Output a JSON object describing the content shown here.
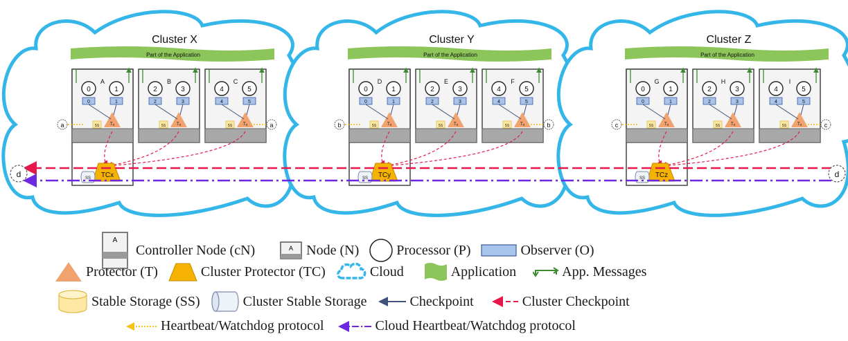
{
  "clusters": [
    {
      "title": "Cluster X",
      "app_label": "Part of the Application",
      "nodes": [
        {
          "label": "A",
          "processors": [
            "0",
            "1"
          ],
          "observers": [
            "0",
            "1"
          ],
          "protector": "Tₐ"
        },
        {
          "label": "B",
          "processors": [
            "2",
            "3"
          ],
          "observers": [
            "2",
            "3"
          ],
          "protector": "Tₐ"
        },
        {
          "label": "C",
          "processors": [
            "4",
            "5"
          ],
          "observers": [
            "4",
            "5"
          ],
          "protector": "Tₐ"
        }
      ],
      "edge_label": "a",
      "cluster_protector": "TCx",
      "storage": "SS"
    },
    {
      "title": "Cluster Y",
      "app_label": "Part of the Application",
      "nodes": [
        {
          "label": "D",
          "processors": [
            "0",
            "1"
          ],
          "observers": [
            "0",
            "1"
          ],
          "protector": "Tₐ"
        },
        {
          "label": "E",
          "processors": [
            "2",
            "3"
          ],
          "observers": [
            "2",
            "3"
          ],
          "protector": "Tₐ"
        },
        {
          "label": "F",
          "processors": [
            "4",
            "5"
          ],
          "observers": [
            "4",
            "5"
          ],
          "protector": "Tₐ"
        }
      ],
      "edge_label": "b",
      "cluster_protector": "TCy",
      "storage": "SS"
    },
    {
      "title": "Cluster Z",
      "app_label": "Part of the Application",
      "nodes": [
        {
          "label": "G",
          "processors": [
            "0",
            "1"
          ],
          "observers": [
            "0",
            "1"
          ],
          "protector": "Tₐ"
        },
        {
          "label": "H",
          "processors": [
            "2",
            "3"
          ],
          "observers": [
            "2",
            "3"
          ],
          "protector": "Tₐ"
        },
        {
          "label": "I",
          "processors": [
            "4",
            "5"
          ],
          "observers": [
            "4",
            "5"
          ],
          "protector": "Tₐ"
        }
      ],
      "edge_label": "c",
      "cluster_protector": "TCz",
      "storage": "SS"
    }
  ],
  "outer_label": "d",
  "legend": {
    "controller_node": "Controller Node (cN)",
    "controller_node_letter": "A",
    "node": "Node (N)",
    "node_letter": "A",
    "processor": "Processor (P)",
    "observer": "Observer (O)",
    "protector": "Protector (T)",
    "cluster_protector": "Cluster Protector (TC)",
    "cloud": "Cloud",
    "application": "Application",
    "app_messages": "App. Messages",
    "stable_storage": "Stable Storage (SS)",
    "cluster_stable_storage": "Cluster Stable Storage",
    "checkpoint": "Checkpoint",
    "cluster_checkpoint": "Cluster Checkpoint",
    "heartbeat": "Heartbeat/Watchdog protocol",
    "cloud_heartbeat": "Cloud Heartbeat/Watchdog protocol"
  },
  "colors": {
    "cloud": "#35b6e8",
    "application": "#8cc65a",
    "protector": "#f0a36e",
    "cluster_protector": "#f6b200",
    "observer": "#a9c4ea",
    "stable_storage": "#fde9a4",
    "cluster_checkpoint": "#e8174b",
    "cloud_heartbeat": "#6b28e0",
    "heartbeat": "#f0c419",
    "checkpoint": "#41507a",
    "app_message": "#3e8c2f"
  }
}
